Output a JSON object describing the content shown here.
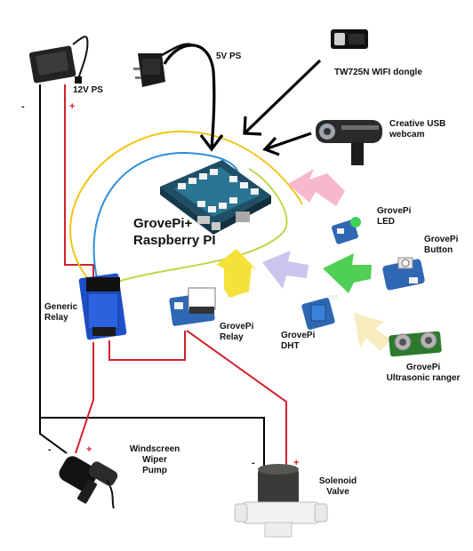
{
  "labels": {
    "ps12v": "12V PS",
    "ps5v": "5V PS",
    "wifi": "TW725N WIFI dongle",
    "webcam_line1": "Creative USB",
    "webcam_line2": "webcam",
    "grovepi_line1": "GrovePi+",
    "grovepi_line2": "Raspberry PI",
    "led_line1": "GrovePi",
    "led_line2": "LED",
    "button_line1": "GrovePi",
    "button_line2": "Button",
    "generic_relay_line1": "Generic",
    "generic_relay_line2": "Relay",
    "grove_relay_line1": "GrovePi",
    "grove_relay_line2": "Relay",
    "dht_line1": "GrovePi",
    "dht_line2": "DHT",
    "ranger_line1": "GrovePi",
    "ranger_line2": "Ultrasonic ranger",
    "pump_line1": "Windscreen",
    "pump_line2": "Wiper",
    "pump_line3": "Pump",
    "valve_line1": "Solenoid",
    "valve_line2": "Valve"
  },
  "polarity": {
    "ps_neg": "-",
    "ps_pos": "+",
    "pump_neg": "-",
    "pump_pos": "+",
    "valve_neg": "-",
    "valve_pos": "+"
  },
  "colors": {
    "ground_wire": "#000000",
    "positive_wire": "#d4202a",
    "cable_yellow": "#f3c418",
    "cable_blue": "#2c8fd8",
    "cable_green": "#b9d94a",
    "arrow_pink": "#f7b7cc",
    "arrow_lavender": "#cbc6ee",
    "arrow_green": "#4fcf55",
    "arrow_cream": "#f7ecc0",
    "arrow_yellow": "#f4e23a",
    "relay_blue": "#1e4fc8",
    "grove_blue": "#2f67b3",
    "pi_board": "#1e4f66"
  }
}
